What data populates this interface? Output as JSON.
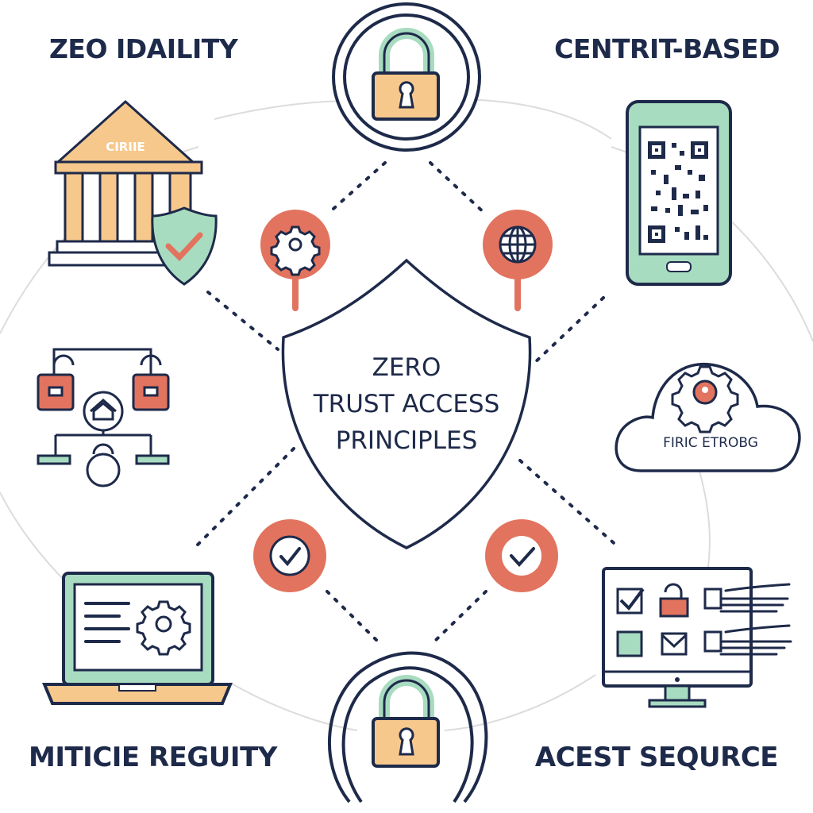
{
  "labels": {
    "top_left": "ZEO IDAILITY",
    "top_right": "CENTRIT-BASED",
    "bottom_left": "MITICIE REGUITY",
    "bottom_right": "ACEST SEQURCE"
  },
  "center": {
    "line1": "ZERO",
    "line2": "TRUST ACCESS",
    "line3": "PRINCIPLES"
  },
  "building_sign": "CIRIIE",
  "cloud_text": "FIRIC ETROBG",
  "colors": {
    "navy": "#1e2a4a",
    "coral": "#e2735e",
    "mint": "#a8dcc0",
    "peach": "#f6c88c",
    "gray": "#d8d8d8"
  }
}
